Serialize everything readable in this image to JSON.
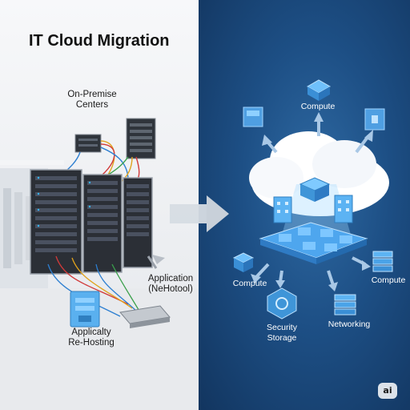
{
  "title": "IT Cloud Migration",
  "left": {
    "onprem_label": [
      "On-Premise",
      "Centers"
    ],
    "application_label": [
      "Application",
      "(NeHotool)"
    ],
    "rehosting_label": [
      "Applicalty",
      "Re-Hosting"
    ]
  },
  "right": {
    "compute_top": "Compute",
    "compute_left": "Compute",
    "compute_right": "Compute",
    "security_label": [
      "Security",
      "Storage"
    ],
    "networking": "Networking"
  },
  "watermark": "ai",
  "colors": {
    "left_bg": "#eceef1",
    "right_bg": "#1d4f85",
    "server_dark": "#2b2f36",
    "icon_blue": "#4aa3e8",
    "cloud": "#ffffff"
  },
  "icons": [
    "server-rack-icon",
    "cube-icon",
    "building-icon",
    "shield-icon",
    "stack-icon",
    "arrow-icon"
  ]
}
